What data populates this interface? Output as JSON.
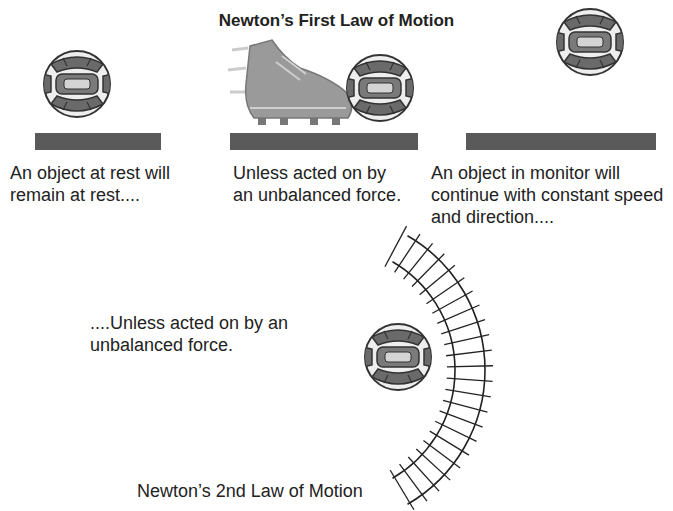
{
  "diagram": {
    "title": "Newton’s First Law of Motion",
    "caption": "Newton’s 2nd Law of Motion",
    "labels": [
      "An object at rest will remain at rest....",
      "Unless acted on by an unbalanced force.",
      "An object in monitor will continue with constant speed and direction....",
      "....Unless acted on by an unbalanced force."
    ]
  }
}
